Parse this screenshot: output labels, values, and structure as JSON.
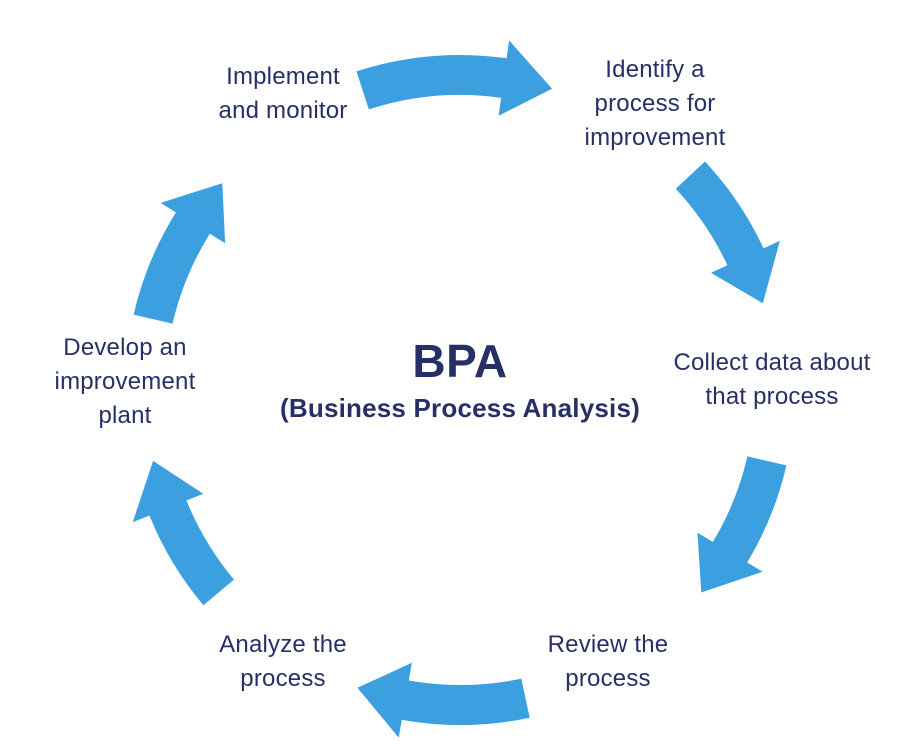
{
  "diagram_type": "cycle",
  "center": {
    "title": "BPA",
    "subtitle": "(Business Process Analysis)"
  },
  "colors": {
    "arrow": "#3B9FE0",
    "text": "#272F67",
    "background": "#FFFFFF"
  },
  "steps": [
    {
      "name": "implement-and-monitor",
      "label": "Implement\nand monitor"
    },
    {
      "name": "identify-process",
      "label": "Identify a\nprocess for\nimprovement"
    },
    {
      "name": "collect-data",
      "label": "Collect data about\nthat process"
    },
    {
      "name": "review-process",
      "label": "Review the\nprocess"
    },
    {
      "name": "analyze-process",
      "label": "Analyze the\nprocess"
    },
    {
      "name": "develop-plan",
      "label": "Develop an\nimprovement\nplant"
    }
  ],
  "arrows": [
    {
      "from": "implement-and-monitor",
      "to": "identify-process"
    },
    {
      "from": "identify-process",
      "to": "collect-data"
    },
    {
      "from": "collect-data",
      "to": "review-process"
    },
    {
      "from": "review-process",
      "to": "analyze-process"
    },
    {
      "from": "analyze-process",
      "to": "develop-plan"
    },
    {
      "from": "develop-plan",
      "to": "implement-and-monitor"
    }
  ]
}
